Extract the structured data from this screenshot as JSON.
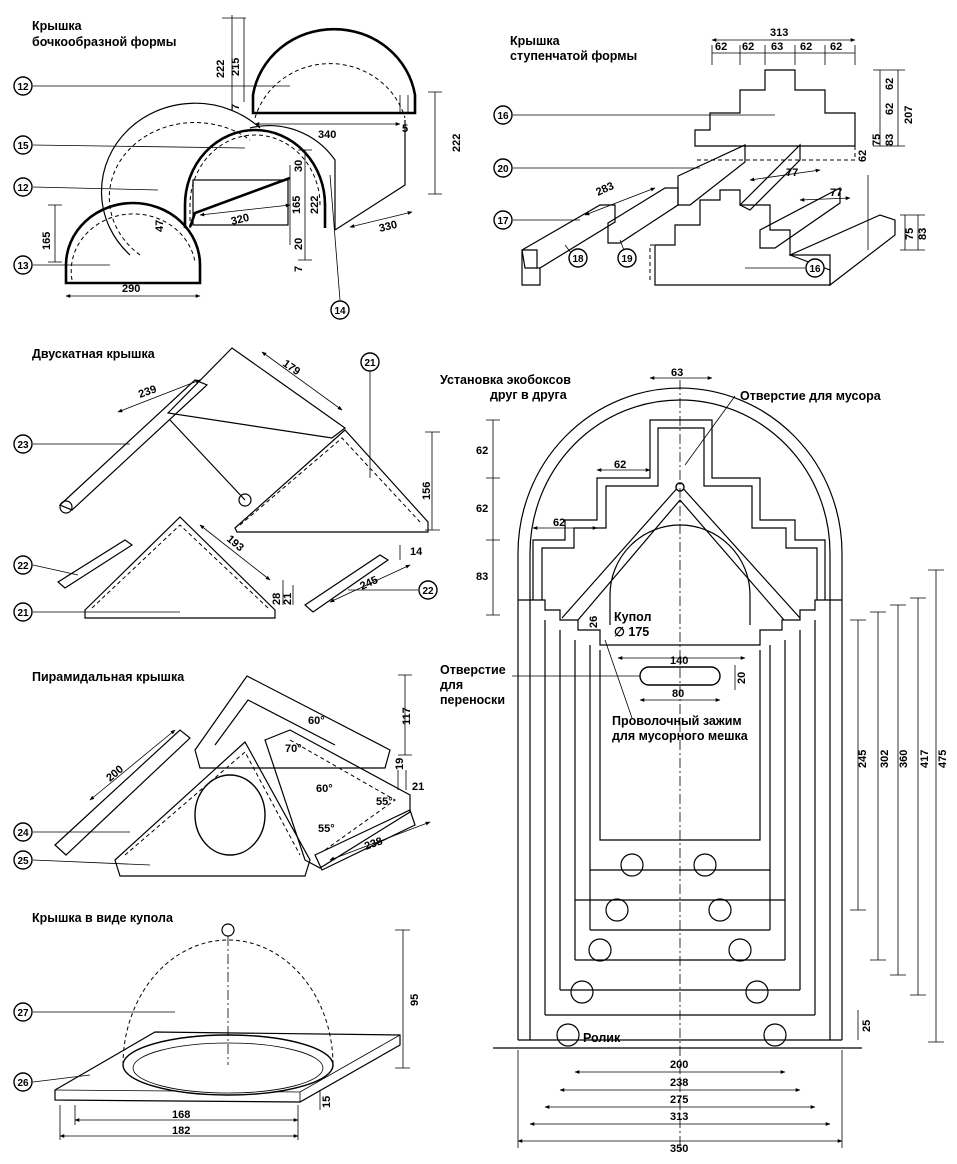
{
  "titles": {
    "barrel": [
      "Крышка",
      "бочкообразной формы"
    ],
    "stepped": [
      "Крышка",
      "ступенчатой формы"
    ],
    "gable": "Двускатная крышка",
    "pyramid": "Пирамидальная крышка",
    "dome": "Крышка в виде купола",
    "assembly": [
      "Установка экобоксов",
      "друг в друга"
    ]
  },
  "part_numbers": {
    "p12": "12",
    "p13": "13",
    "p14": "14",
    "p15": "15",
    "p16": "16",
    "p17": "17",
    "p18": "18",
    "p19": "19",
    "p20": "20",
    "p21": "21",
    "p22": "22",
    "p23": "23",
    "p24": "24",
    "p25": "25",
    "p26": "26",
    "p27": "27"
  },
  "barrel_dims": {
    "d222a": "222",
    "d215": "215",
    "d7a": "7",
    "d340": "340",
    "d5": "5",
    "d222b": "222",
    "d30": "30",
    "d165a": "165",
    "d222c": "222",
    "d20": "20",
    "d7b": "7",
    "d320": "320",
    "d47": "47",
    "d330": "330",
    "d165b": "165",
    "d290": "290"
  },
  "stepped_dims": {
    "d313": "313",
    "d62a": "62",
    "d62b": "62",
    "d63": "63",
    "d62c": "62",
    "d62d": "62",
    "d62e": "62",
    "d62f": "62",
    "d207": "207",
    "d75a": "75",
    "d83a": "83",
    "d62g": "62",
    "d77a": "77",
    "d77b": "77",
    "d283": "283",
    "d75b": "75",
    "d83b": "83"
  },
  "gable_dims": {
    "d239": "239",
    "d179": "179",
    "d156": "156",
    "d193": "193",
    "d14": "14",
    "d28": "28",
    "d21": "21",
    "d245": "245"
  },
  "pyramid_dims": {
    "d200": "200",
    "d60a": "60°",
    "d117": "117",
    "d70": "70°",
    "d60b": "60°",
    "d19": "19",
    "d21": "21",
    "d55a": "55°",
    "d55b": "55°",
    "d238": "238"
  },
  "dome_dims": {
    "d95": "95",
    "d15": "15",
    "d168": "168",
    "d182": "182"
  },
  "assembly_labels": {
    "trash_hole": "Отверстие для мусора",
    "carry_hole": [
      "Отверстие",
      "для",
      "переноски"
    ],
    "dome": [
      "Купол",
      "∅ 175"
    ],
    "clamp": [
      "Проволочный зажим",
      "для мусорного мешка"
    ],
    "roller": "Ролик"
  },
  "assembly_dims": {
    "d63": "63",
    "d62a": "62",
    "d62b": "62",
    "d62c": "62",
    "d62d": "62",
    "d83": "83",
    "d26": "26",
    "d140": "140",
    "d20": "20",
    "d80": "80",
    "d245": "245",
    "d302": "302",
    "d360": "360",
    "d417": "417",
    "d475": "475",
    "d25": "25",
    "d200": "200",
    "d238": "238",
    "d275": "275",
    "d313": "313",
    "d350": "350"
  }
}
